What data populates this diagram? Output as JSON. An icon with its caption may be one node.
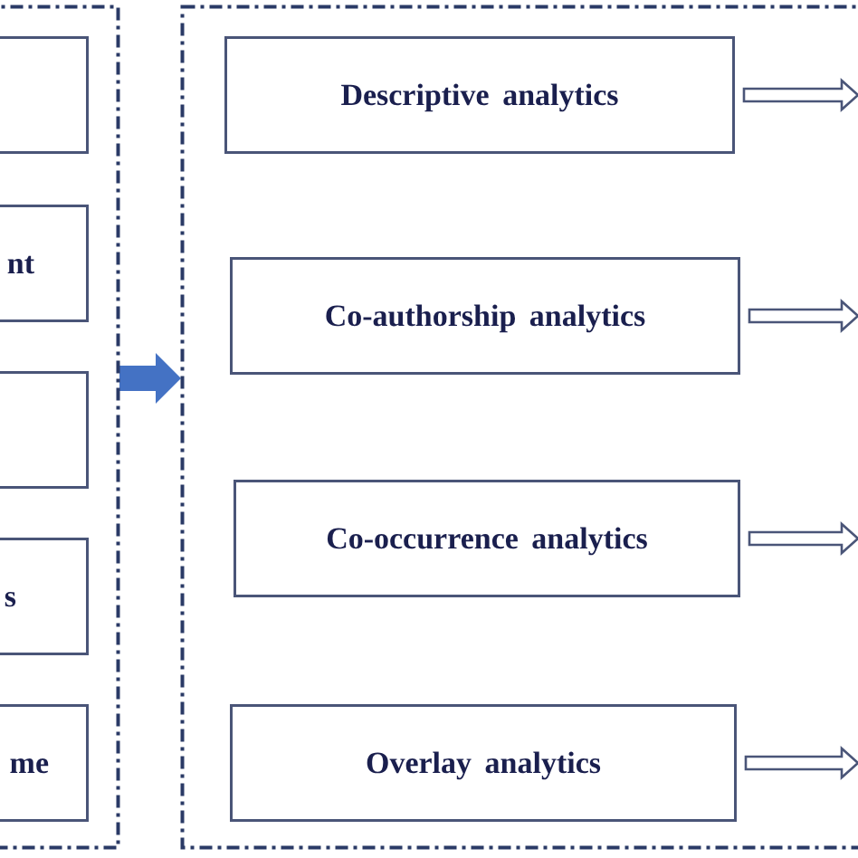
{
  "diagram": {
    "nodes": [
      {
        "text": [],
        "shape": "box"
      },
      {
        "text": [],
        "shape": "box",
        "in": 0
      },
      {
        "text": [
          "nt"
        ],
        "in": 0
      },
      {
        "text": [],
        "shape": "box",
        "in": 0
      },
      {
        "text": [
          "s"
        ],
        "in": 0
      },
      {
        "text": [
          "me"
        ],
        "in": 0
      },
      {
        "text": [],
        "shape": "box"
      },
      {
        "text": [
          "Descriptive analytics"
        ],
        "in": 6
      },
      {
        "text": [
          "Co-authorship analytics"
        ],
        "in": 6
      },
      {
        "text": [
          "Co-occurrence analytics"
        ],
        "in": 6
      },
      {
        "text": [
          "Overlay analytics"
        ],
        "in": 6
      }
    ],
    "edges": [
      {
        "from": 0,
        "to": 6,
        "arrow": "to",
        "style": "thick",
        "color": "#4472c4"
      },
      {
        "from": 7,
        "to": null,
        "arrow": "to"
      },
      {
        "from": 8,
        "to": null,
        "arrow": "to"
      },
      {
        "from": 9,
        "to": null,
        "arrow": "to"
      },
      {
        "from": 10,
        "to": null,
        "arrow": "to"
      }
    ]
  }
}
